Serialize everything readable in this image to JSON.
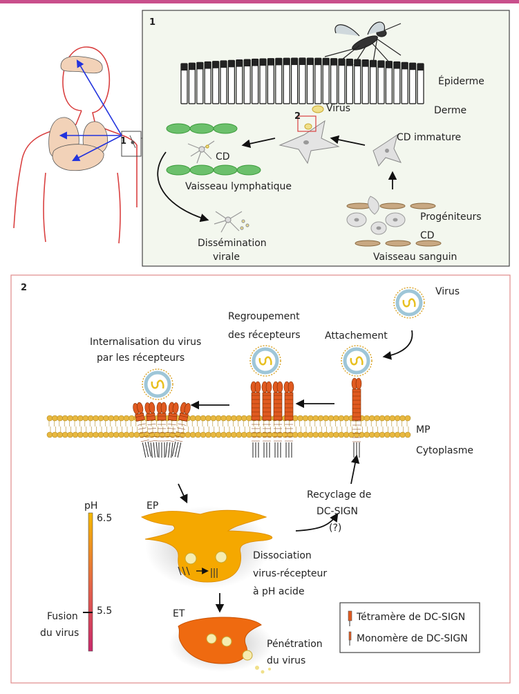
{
  "colors": {
    "top_bar": "#c94f8c",
    "panel1_bg": "#f3f7ee",
    "panel2_border": "#e08a8a",
    "body_outline": "#d94040",
    "organ": "#f2d2b8",
    "arrow_blue": "#2233dd",
    "membrane": "#e8b840",
    "receptor": "#e05a20",
    "virus_ring": "#9ec6d8",
    "endosome_early": "#f5a800",
    "endosome_late": "#ef6a10"
  },
  "panel1": {
    "number": "1",
    "body_marker": "1",
    "labels": {
      "epidermis": "Épiderme",
      "dermis": "Derme",
      "virus": "Virus",
      "zoom_marker": "2",
      "immature_dc": "CD immature",
      "dc": "CD",
      "lymph_vessel": "Vaisseau lymphatique",
      "dissemination_1": "Dissémination",
      "dissemination_2": "virale",
      "progenitors_1": "Progéniteurs",
      "progenitors_2": "CD",
      "blood_vessel": "Vaisseau sanguin"
    }
  },
  "panel2": {
    "number": "2",
    "labels": {
      "virus": "Virus",
      "attachment": "Attachement",
      "clustering_1": "Regroupement",
      "clustering_2": "des récepteurs",
      "internalization_1": "Internalisation du virus",
      "internalization_2": "par les récepteurs",
      "mp": "MP",
      "cytoplasm": "Cytoplasme",
      "recycling_1": "Recyclage de",
      "recycling_2": "DC-SIGN",
      "recycling_3": "(?)",
      "ep": "EP",
      "et": "ET",
      "ph": "pH",
      "ph_high": "6.5",
      "ph_low": "5.5",
      "fusion_1": "Fusion",
      "fusion_2": "du virus",
      "dissociation_1": "Dissociation",
      "dissociation_2": "virus-récepteur",
      "dissociation_3": "à pH acide",
      "penetration_1": "Pénétration",
      "penetration_2": "du virus",
      "legend_tetramer": "Tétramère  de DC-SIGN",
      "legend_monomer": "Monomère de DC-SIGN"
    }
  }
}
